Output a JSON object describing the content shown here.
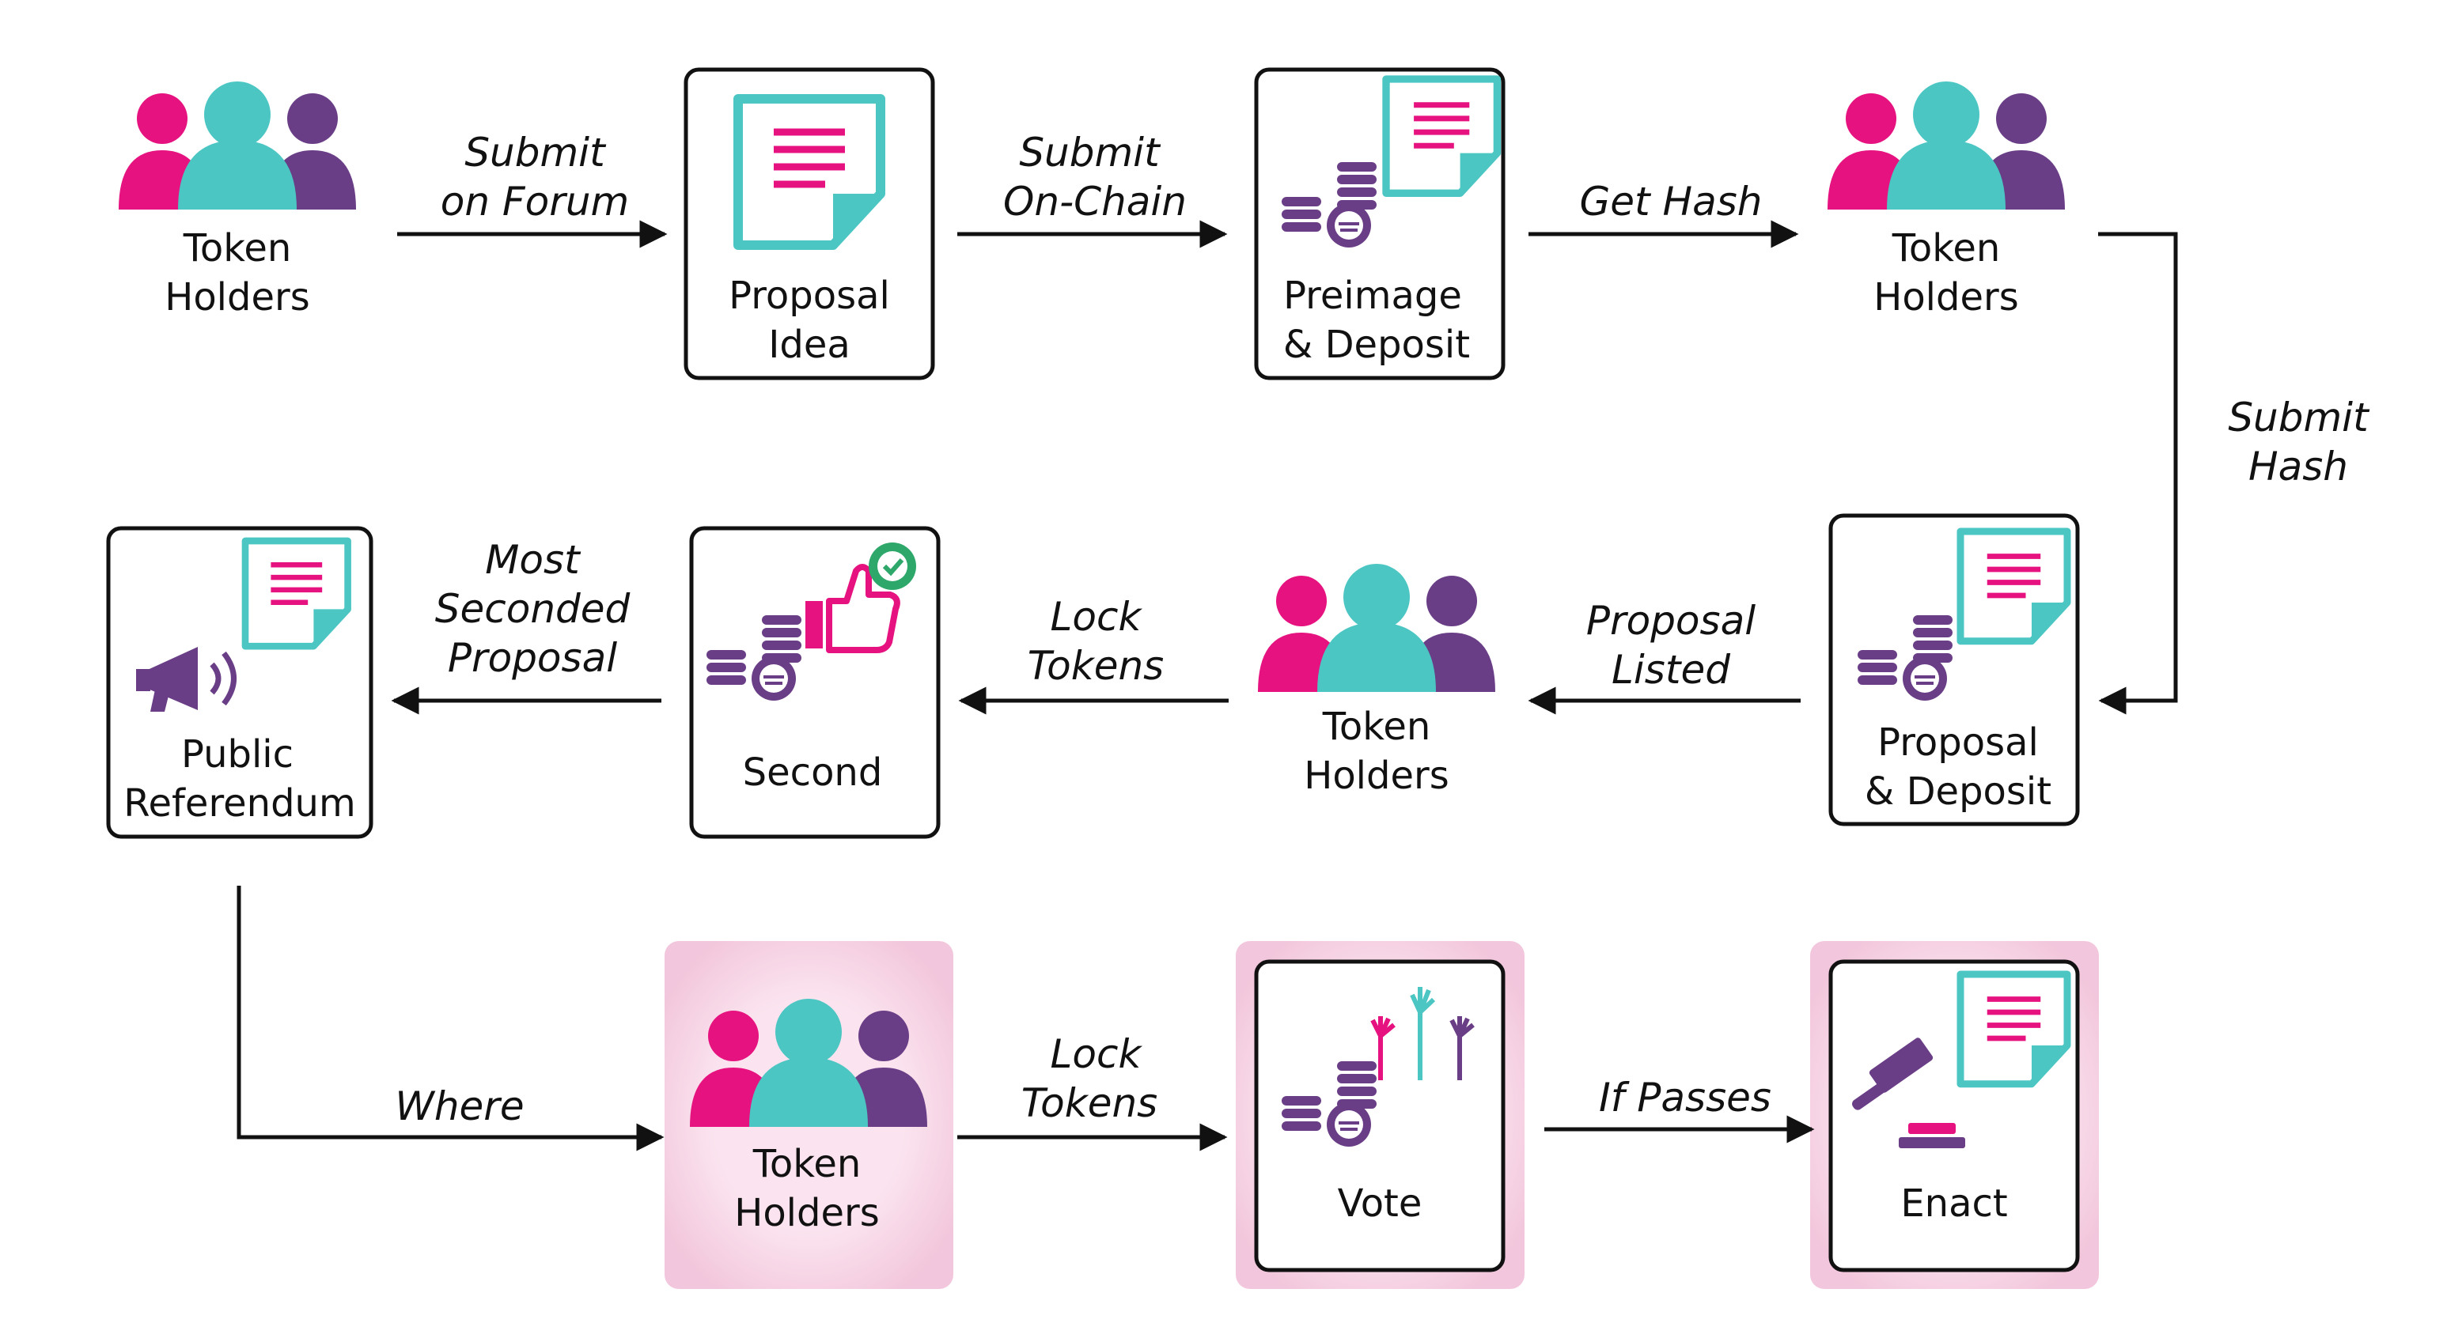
{
  "colors": {
    "magenta": "#E6127F",
    "teal": "#4CC6C3",
    "purple": "#6A3E86",
    "black": "#111111",
    "glow": "#F2C6DC",
    "green": "#2DA86A"
  },
  "nodes": {
    "holders1": {
      "line1": "Token",
      "line2": "Holders"
    },
    "proposal_idea": {
      "line1": "Proposal",
      "line2": "Idea"
    },
    "preimage": {
      "line1": "Preimage",
      "line2": "& Deposit"
    },
    "holders2": {
      "line1": "Token",
      "line2": "Holders"
    },
    "proposal_deposit": {
      "line1": "Proposal",
      "line2": "& Deposit"
    },
    "holders3": {
      "line1": "Token",
      "line2": "Holders"
    },
    "second": {
      "line1": "Second"
    },
    "referendum": {
      "line1": "Public",
      "line2": "Referendum"
    },
    "holders4": {
      "line1": "Token",
      "line2": "Holders"
    },
    "vote": {
      "line1": "Vote"
    },
    "enact": {
      "line1": "Enact"
    }
  },
  "edges": {
    "submit_forum": {
      "line1": "Submit",
      "line2": "on Forum"
    },
    "submit_chain": {
      "line1": "Submit",
      "line2": "On-Chain"
    },
    "get_hash": {
      "line1": "Get Hash"
    },
    "submit_hash": {
      "line1": "Submit",
      "line2": "Hash"
    },
    "proposal_listed": {
      "line1": "Proposal",
      "line2": "Listed"
    },
    "lock_tokens_1": {
      "line1": "Lock",
      "line2": "Tokens"
    },
    "most_seconded": {
      "line1": "Most",
      "line2": "Seconded",
      "line3": "Proposal"
    },
    "where": {
      "line1": "Where"
    },
    "lock_tokens_2": {
      "line1": "Lock",
      "line2": "Tokens"
    },
    "if_passes": {
      "line1": "If Passes"
    }
  },
  "icons": [
    "people-icon",
    "document-icon",
    "coins-icon",
    "thumbs-up-icon",
    "check-badge-icon",
    "megaphone-icon",
    "raised-hands-icon",
    "gavel-icon"
  ]
}
